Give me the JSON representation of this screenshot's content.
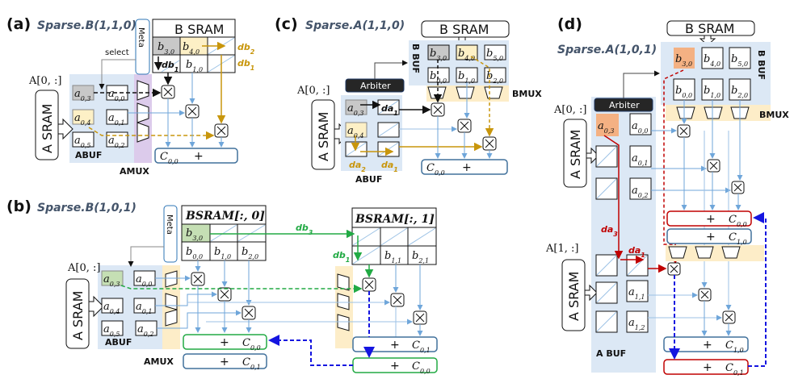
{
  "colors": {
    "buffer_bg": "#dce8f5",
    "amux_purple": "#dccbeb",
    "mux_yellow": "#fdedc8",
    "cell_gray": "#c8c8c8",
    "cell_yellow": "#fdf0c6",
    "cell_green": "#c5dfb4",
    "cell_orange": "#f4b183",
    "gold": "#c8960c",
    "green": "#22aa44",
    "red": "#c00000",
    "blue_dash": "#1515e0",
    "light_blue": "#6fa6da",
    "acc_blue": "#41719c",
    "acc_green": "#22aa44",
    "acc_red": "#c00000"
  },
  "panels": {
    "a": {
      "label": "(a)",
      "title": "Sparse.B(1,1,0)",
      "a_sram": "A SRAM",
      "a_row": "A[0, :]",
      "b_sram": "B SRAM",
      "meta": "Meta",
      "select": "select",
      "abuf": "ABUF",
      "amux": "AMUX",
      "b_cells": [
        "b3,0",
        "b4,0",
        "",
        "",
        "b1,0",
        ""
      ],
      "a_cells": [
        "a0,3",
        "a0,0",
        "a0,4",
        "a0,1",
        "a0,5",
        "a0,2"
      ],
      "tags": [
        "db2",
        "db1",
        "db1"
      ],
      "acc": [
        "C0,0",
        "+"
      ]
    },
    "b": {
      "label": "(b)",
      "title": "Sparse.B(1,0,1)",
      "a_sram": "A SRAM",
      "a_row": "A[0, :]",
      "meta": "Meta",
      "abuf": "ABUF",
      "amux": "AMUX",
      "bsram0": "BSRAM[:, 0]",
      "bsram1": "BSRAM[:, 1]",
      "b0_cells": [
        "b3,0",
        "",
        "",
        "b0,0",
        "b1,0",
        "b2,0"
      ],
      "b1_cells": [
        "",
        "",
        "",
        "",
        "b1,1",
        "b2,1"
      ],
      "a_cells": [
        "a0,3",
        "a0,0",
        "a0,4",
        "a0,1",
        "a0,5",
        "a0,2"
      ],
      "tags": [
        "db3",
        "db1"
      ],
      "acc_left": [
        [
          "+",
          "C0,0"
        ],
        [
          "+",
          "C0,1"
        ]
      ],
      "acc_right": [
        [
          "+",
          "C0,1"
        ],
        [
          "+",
          "C0,0"
        ]
      ]
    },
    "c": {
      "label": "(c)",
      "title": "Sparse.A(1,1,0)",
      "a_sram": "A SRAM",
      "a_row": "A[0, :]",
      "b_sram": "B SRAM",
      "bbuf": "B BUF",
      "bmux": "BMUX",
      "arbiter": "Arbiter",
      "abuf": "ABUF",
      "b_cells": [
        "b3,0",
        "b4,0",
        "b5,0",
        "b0,0",
        "b1,0",
        "b2,0"
      ],
      "a_cells": [
        "a0,3",
        "da1",
        "a0,4",
        "",
        "",
        ""
      ],
      "tags": [
        "da1",
        "da2",
        "da1"
      ],
      "acc": [
        "C0,0",
        "+"
      ]
    },
    "d": {
      "label": "(d)",
      "title": "Sparse.A(1,0,1)",
      "a_sram": "A SRAM",
      "a_sram2": "A SRAM",
      "a_row0": "A[0, :]",
      "a_row1": "A[1, :]",
      "b_sram": "B SRAM",
      "bbuf": "B BUF",
      "bmux": "BMUX",
      "arbiter": "Arbiter",
      "abuf": "A BUF",
      "b_cells": [
        "b3,0",
        "b4,0",
        "b5,0",
        "b0,0",
        "b1,0",
        "b2,0"
      ],
      "a0_cells": [
        "a0,3",
        "a0,0",
        "",
        "a0,1",
        "",
        "a0,2"
      ],
      "a1_cells": [
        "",
        "",
        "",
        "a1,1",
        "",
        "a1,2"
      ],
      "tags": [
        "da3",
        "da1"
      ],
      "acc_top": [
        [
          "+",
          "C0,0"
        ],
        [
          "+",
          "C1,0"
        ]
      ],
      "acc_bottom": [
        [
          "+",
          "C1,0"
        ],
        [
          "+",
          "C0,1"
        ]
      ]
    }
  }
}
